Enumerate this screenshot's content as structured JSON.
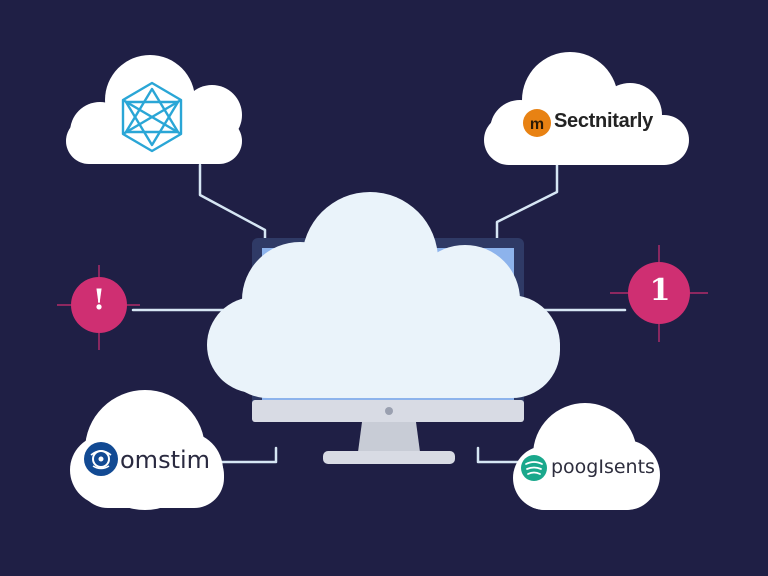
{
  "colors": {
    "background": "#1f1f45",
    "cloud": "#ffffff",
    "central_cloud": "#eaf3fa",
    "connector": "#d6e6f4",
    "monitor_screen": "#8db3ec",
    "monitor_frame": "#2f3a66",
    "monitor_stand": "#d8dbe4",
    "alert": "#cf2f72",
    "network_logo": "#2aa6d6",
    "orange_logo": "#e88213",
    "omstim_logo": "#124a93",
    "spotify_logo": "#1aa88c"
  },
  "nodes": {
    "top_left": {
      "icon": "network-hexagon-icon"
    },
    "top_right": {
      "icon": "orange-circle-m-icon",
      "label": "Sectnitarly"
    },
    "bottom_left": {
      "icon": "omstim-logo-icon",
      "label": "omstim"
    },
    "bottom_right": {
      "icon": "spotify-like-icon",
      "label": "poogIsents"
    }
  },
  "alerts": {
    "left": {
      "symbol": "!",
      "icon": "alert-exclamation-icon"
    },
    "right": {
      "symbol": "1",
      "icon": "alert-number-icon"
    }
  },
  "center": {
    "icon": "cloud-computer-icon"
  }
}
